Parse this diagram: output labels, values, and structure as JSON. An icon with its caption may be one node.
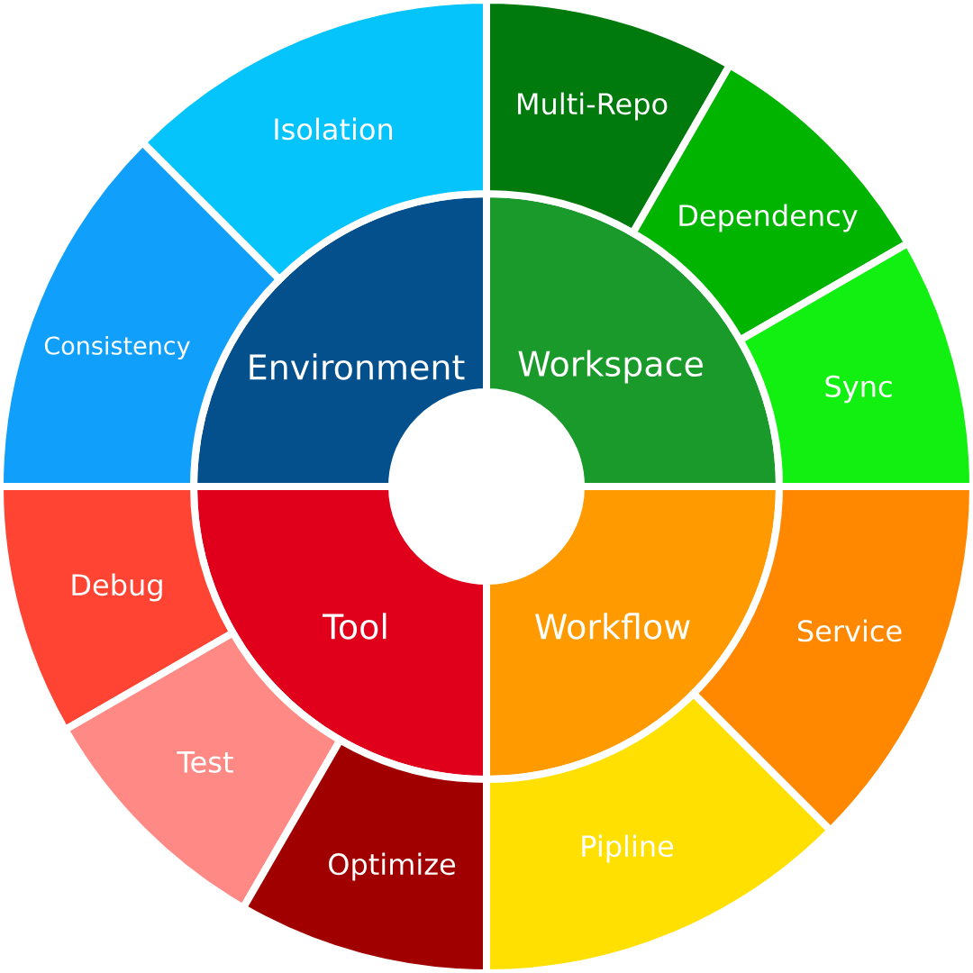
{
  "diagram": {
    "nodes": [
      {
        "text": [
          "Environment"
        ]
      },
      {
        "text": [
          "Workspace"
        ]
      },
      {
        "text": [
          "Tool"
        ]
      },
      {
        "text": [
          "Workflow"
        ]
      },
      {
        "text": [
          "Isolation"
        ]
      },
      {
        "text": [
          "Consistency"
        ]
      },
      {
        "text": [
          "Multi-Repo"
        ]
      },
      {
        "text": [
          "Dependency"
        ]
      },
      {
        "text": [
          "Sync"
        ]
      },
      {
        "text": [
          "Debug"
        ]
      },
      {
        "text": [
          "Test"
        ]
      },
      {
        "text": [
          "Optimize"
        ]
      },
      {
        "text": [
          "Service"
        ]
      },
      {
        "text": [
          "Pipline"
        ]
      }
    ]
  }
}
